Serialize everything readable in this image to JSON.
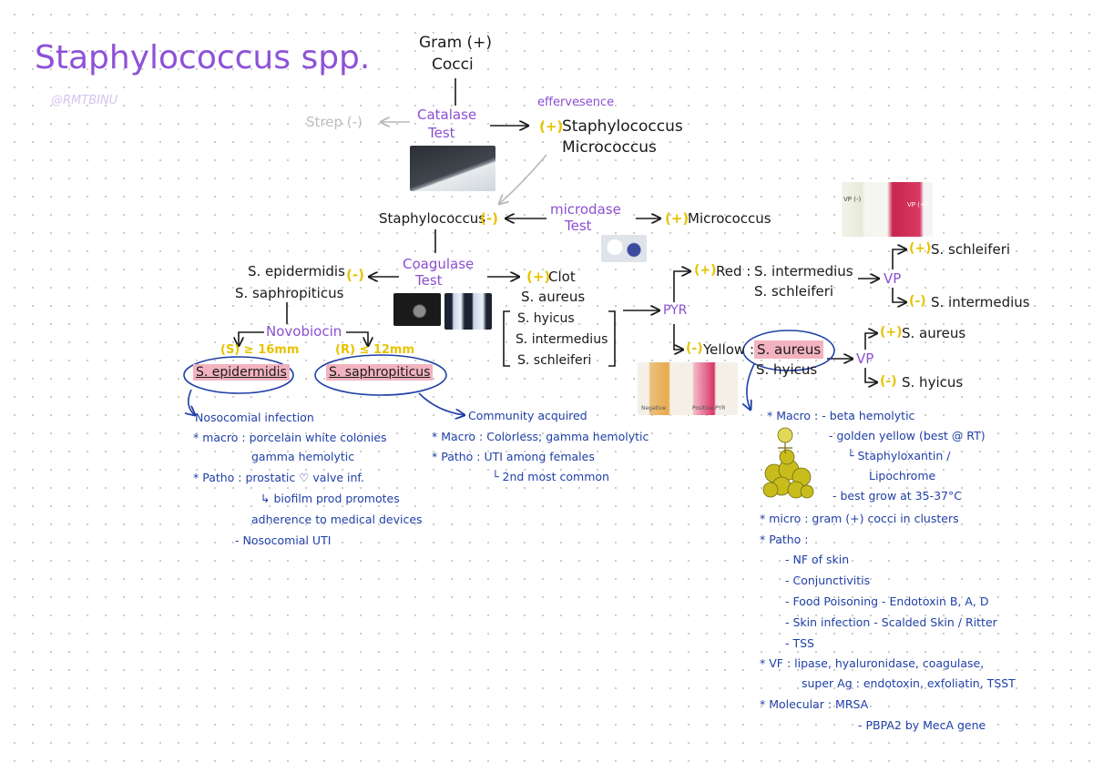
{
  "title": "Staphylococcus spp.",
  "handle": "@RMTBINU",
  "root": {
    "line1": "Gram (+)",
    "line2": "Cocci"
  },
  "catalase": {
    "test_line1": "Catalase",
    "test_line2": "Test",
    "negative": "Strep (-)",
    "effervescence": "effervesence",
    "positive_sign": "(+)",
    "positive_line1": "Staphylococcus",
    "positive_line2": "Micrococcus"
  },
  "microdase": {
    "test_line1": "microdase",
    "test_line2": "Test",
    "negative_label": "Staphylococcus",
    "negative_sign": "(-)",
    "positive_sign": "(+)",
    "positive_label": "Micrococcus"
  },
  "coagulase": {
    "test_line1": "Coagulase",
    "test_line2": "Test",
    "negative_line1": "S. epidermidis",
    "negative_line2": "S. saphropiticus",
    "negative_sign": "(-)",
    "positive_sign": "(+)",
    "positive_line1": "Clot",
    "positive_line2": "S. aureus",
    "group": [
      "S. hyicus",
      "S. intermedius",
      "S. schleiferi"
    ]
  },
  "novobiocin": {
    "label": "Novobiocin",
    "sensitive": "(S) ≥ 16mm",
    "resistant": "(R) ≤ 12mm",
    "epidermidis": "S. epidermidis",
    "saphropiticus": "S. saphropiticus"
  },
  "pyr": {
    "label": "PYR",
    "red_sign": "(+)",
    "red_label": "Red :",
    "red_line1": "S. intermedius",
    "red_line2": "S. schleiferi",
    "yellow_sign": "(-)",
    "yellow_label": "Yellow :",
    "yellow_line1": "S. aureus",
    "yellow_line2": "S. hyicus"
  },
  "vp_upper": {
    "label": "VP",
    "pos_sign": "(+)",
    "pos_label": "S. schleiferi",
    "neg_sign": "(-)",
    "neg_label": "S. intermedius"
  },
  "vp_lower": {
    "label": "VP",
    "pos_sign": "(+)",
    "pos_label": "S. aureus",
    "neg_sign": "(-)",
    "neg_label": "S. hyicus"
  },
  "photo_labels": {
    "vp_neg": "VP (-)",
    "vp_pos": "VP (+)",
    "pyr_neg": "Negative",
    "pyr_pos": "Positive PYR"
  },
  "notes_epidermidis": [
    "Nosocomial infection",
    "* macro : porcelain white colonies",
    "gamma hemolytic",
    "* Patho : prostatic ♡ valve inf.",
    "↳ biofilm prod promotes",
    "adherence to medical devices",
    "- Nosocomial UTI"
  ],
  "notes_saphropiticus": [
    "Community acquired",
    "* Macro : Colorless; gamma hemolytic",
    "* Patho : UTI among females",
    "└ 2nd most common"
  ],
  "notes_aureus": [
    "* Macro : - beta hemolytic",
    "- golden yellow (best @ RT)",
    "└ Staphyloxantin /",
    "Lipochrome",
    "- best grow at 35-37°C",
    "* micro : gram (+) cocci in clusters",
    "* Patho :",
    "- NF of skin",
    "- Conjunctivitis",
    "- Food Poisoning - Endotoxin B, A, D",
    "- Skin infection - Scalded Skin / Ritter",
    "- TSS",
    "* VF : lipase, hyaluronidase, coagulase,",
    "super Ag : endotoxin, exfoliatin, TSST",
    "* Molecular : MRSA",
    "- PBPA2 by MecA gene"
  ],
  "colors": {
    "title": "#8d52d8",
    "test_label": "#8a4fd0",
    "sign": "#e7c300",
    "note": "#1f3fa6",
    "highlight": "#f2b3bf"
  }
}
